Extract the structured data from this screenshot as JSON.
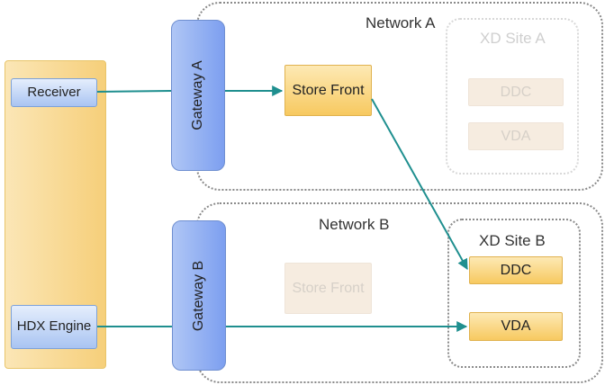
{
  "network_a": {
    "label": "Network A"
  },
  "network_b": {
    "label": "Network B"
  },
  "site_a": {
    "label": "XD Site A",
    "ddc": "DDC",
    "vda": "VDA"
  },
  "site_b": {
    "label": "XD Site B",
    "ddc": "DDC",
    "vda": "VDA"
  },
  "client": {
    "receiver": "Receiver",
    "hdx": "HDX Engine"
  },
  "gateway_a": {
    "label": "Gateway A"
  },
  "gateway_b": {
    "label": "Gateway B"
  },
  "storefront_a": {
    "label": "Store Front"
  },
  "storefront_b": {
    "label": "Store Front"
  },
  "colors": {
    "connector": "#1f8f8f",
    "client_fill": "#f8d88f",
    "gateway_fill": "#94b1f2",
    "storefront_fill": "#f9d77f",
    "faded_fill": "#f6ece0"
  }
}
